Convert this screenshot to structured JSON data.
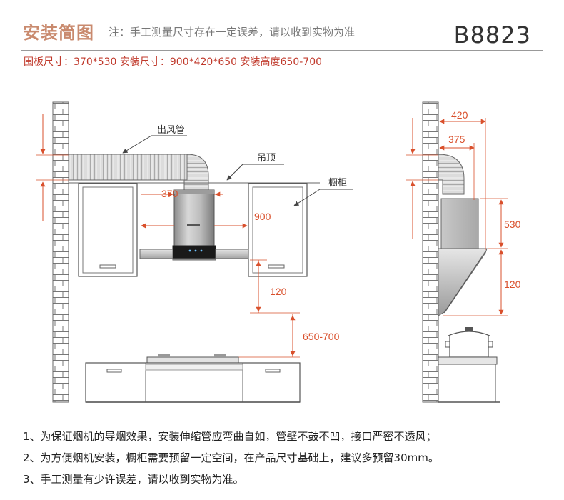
{
  "header": {
    "title": "安装简图",
    "note": "注：手工测量尺寸存在一定误差，请以收到实物为准",
    "model": "B8823",
    "dims_line": "围板尺寸：370*530  安装尺寸：900*420*650  安装高度650-700"
  },
  "diagram": {
    "front": {
      "label_duct": "出风管",
      "label_ceiling": "吊顶",
      "label_cabinet": "橱柜",
      "dim_370": "370",
      "dim_900": "900",
      "dim_120": "120",
      "dim_650_700": "650-700"
    },
    "side": {
      "dim_420": "420",
      "dim_375": "375",
      "dim_530": "530",
      "dim_120": "120"
    }
  },
  "notes": [
    "1、为保证烟机的导烟效果，安装伸缩管应弯曲自如，管壁不鼓不凹，接口严密不透风；",
    "2、为方便烟机安装，橱柜需要预留一定空间，在产品尺寸基础上，建议多预留30mm。",
    "3、手工测量有少许误差，请以收到实物为准。"
  ],
  "colors": {
    "accent": "#c98a6e",
    "dim_red": "#d9502c",
    "hood_steel": "#b9b9b9"
  }
}
